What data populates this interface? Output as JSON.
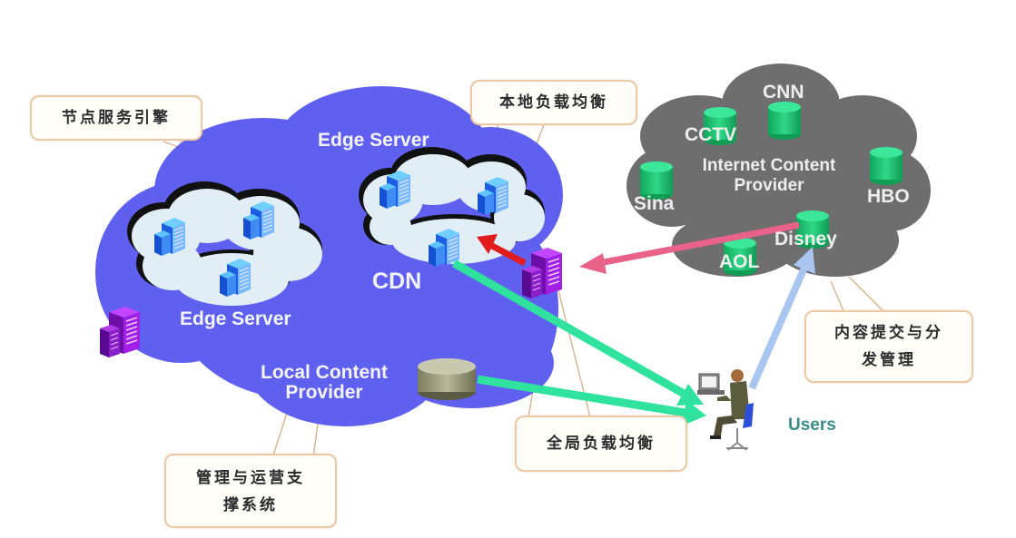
{
  "diagram": {
    "title": "CDN architecture",
    "cdn_cloud": {
      "label": "CDN",
      "edge_server_top": "Edge Server",
      "edge_server_left": "Edge Server",
      "local_content_provider": "Local Content Provider",
      "local_content_provider_line1": "Local Content",
      "local_content_provider_line2": "Provider"
    },
    "icp_cloud": {
      "label_line1": "Internet Content",
      "label_line2": "Provider",
      "providers": [
        "CNN",
        "CCTV",
        "Sina",
        "HBO",
        "Disney",
        "AOL"
      ]
    },
    "users_label": "Users",
    "callouts": {
      "node_service_engine": "节点服务引擎",
      "local_load_balancing": "本地负载均衡",
      "content_submission_line1": "内容提交与分",
      "content_submission_line2": "发管理",
      "global_load_balancing": "全局负载均衡",
      "ops_support_line1": "管理与运营支",
      "ops_support_line2": "撑系统"
    },
    "colors": {
      "cdn_cloud": "#5f5ff0",
      "edge_cloud": "#e2eef6",
      "icp_cloud": "#6e6e6e",
      "db_green": "#1fbf6a",
      "arrow_green": "#2fe39e",
      "arrow_red": "#e21c1c",
      "arrow_pink": "#e8628a",
      "arrow_lightblue": "#a9c6f0",
      "server_blue": "#1e6fe6",
      "server_purple": "#8a1ec8",
      "callout_border": "#ecc9a6"
    }
  }
}
